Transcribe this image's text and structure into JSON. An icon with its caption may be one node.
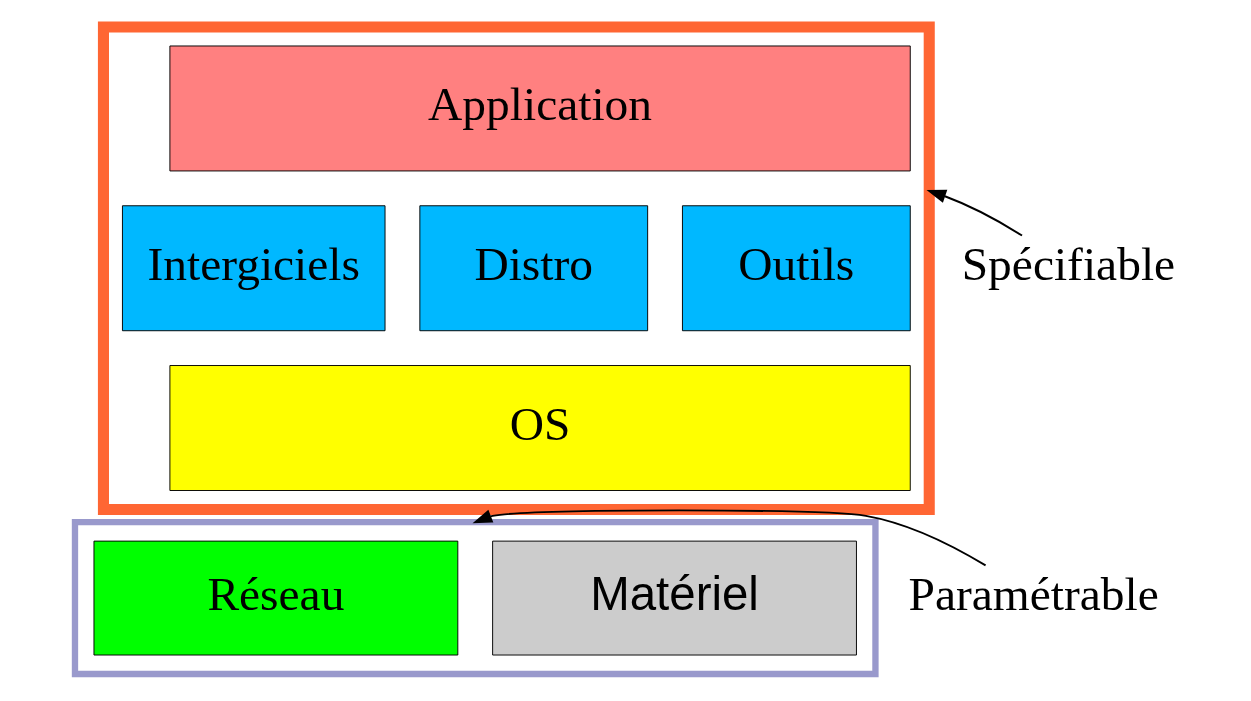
{
  "diagram": {
    "nodes": [
      {
        "text": [],
        "shape": "box"
      },
      {
        "text": [
          "Application"
        ],
        "in": 0
      },
      {
        "text": [
          "Distro"
        ],
        "in": 0
      },
      {
        "text": [
          "Outils"
        ],
        "in": 0
      },
      {
        "text": [
          "Intergiciels"
        ],
        "in": 0
      },
      {
        "text": [
          "OS"
        ],
        "in": 0
      },
      {
        "text": [
          "Spécifiable"
        ]
      },
      {
        "text": [],
        "shape": "box"
      },
      {
        "text": [
          "Matériel"
        ],
        "in": 7
      },
      {
        "text": [
          "Réseau"
        ],
        "in": 7
      },
      {
        "text": [
          "Paramétrable"
        ]
      }
    ],
    "edges": [
      {
        "from": 6,
        "to": 0,
        "arrow": "to"
      },
      {
        "from": 10,
        "to": 7,
        "arrow": "to"
      }
    ]
  }
}
